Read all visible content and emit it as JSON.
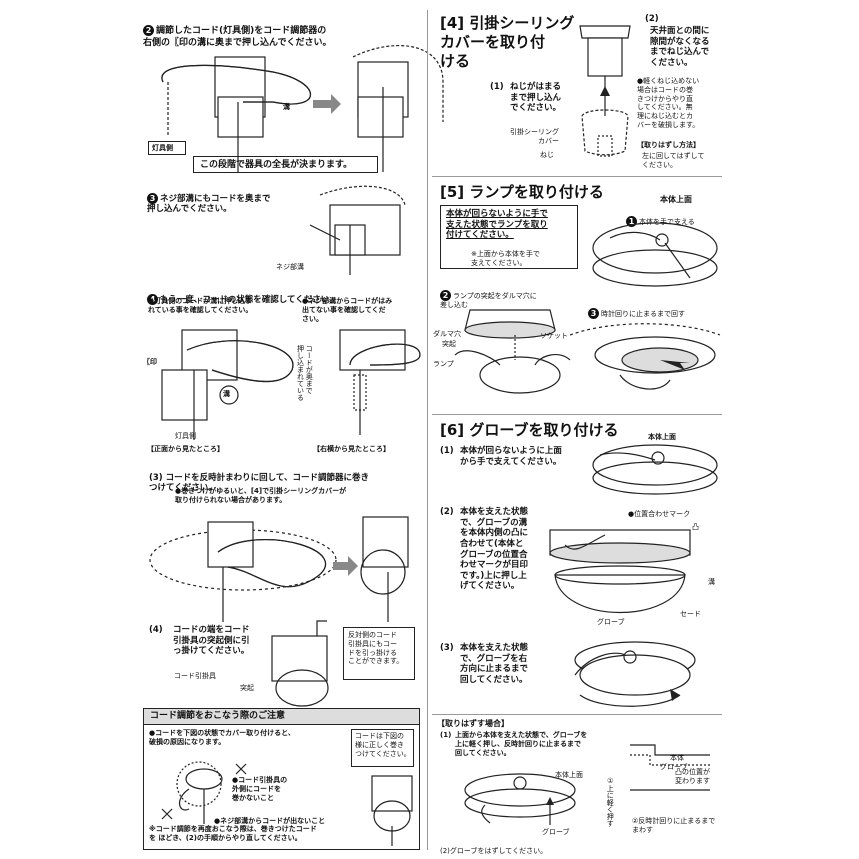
{
  "left": {
    "step2": {
      "num": "2",
      "text": "調節したコード(灯具側)をコード調節器の\n右側の〖印の溝に奥まで押し込んでください。",
      "groove": "溝",
      "lamp_side": "灯具側",
      "note": "この段階で器具の全長が決まります。"
    },
    "step3": {
      "num": "3",
      "text": "ネジ部溝にもコードを奥まで\n押し込んでください。",
      "screw_groove": "ネジ部溝"
    },
    "step4": {
      "num": "4",
      "text": "もう一度、コードの状態を確認してください。",
      "bullet1": "●灯具側のコードが溝に押し込ま\n れている事を確認してください。",
      "bullet2": "●ネジ部溝からコードがはみ\n 出てない事を確認してくだ\n さい。",
      "mark": "〖印",
      "groove": "溝",
      "pushed_note": "コードが奥まで\n押し込まれている",
      "lamp_side": "灯具側",
      "front_caption": "【正面から見たところ】",
      "side_caption": "【右横から見たところ】"
    },
    "sub3": {
      "label": "(3)",
      "text": "コードを反時計まわりに回して、コード調節器に巻き\nつけてください。",
      "note": "●巻きつけがゆるいと、[4]で引掛シーリングカバーが\n 取り付けられない場合があります。"
    },
    "sub4": {
      "label": "(4)",
      "text": "コードの端をコード\n引掛具の突起側に引\nっ掛けてください。",
      "callout": "反対側のコード\n引掛具にもコー\nドを引っ掛ける\nことができます。",
      "hook": "コード引掛具",
      "protrusion": "突起"
    },
    "caution": {
      "title": "コード調節をおこなう際のご注意",
      "text": "●コードを下図の状態でカバー取り付けると、\n 破損の原因になります。",
      "right_note": "コードは下図の\n様に正しく巻き\nつけてください。",
      "bad1": "●コード引掛具の\n 外側にコードを\n 巻かないこと",
      "bad2": "●ネジ部溝からコードが出ないこと",
      "footer": "※コード調節を再度おこなう際は、巻きつけたコード\n を ほどき、(2)の手順からやり直してください。"
    }
  },
  "right": {
    "sec4": {
      "title": "[4] 引掛シーリング\nカバーを取り付\nける",
      "step1_label": "(1)",
      "step1": "ねじがはまる\nまで押し込ん\nでください。",
      "step2_label": "(2)",
      "step2": "天井面との間に\n隙間がなくなる\nまでねじ込んで\nください。",
      "warning": "●軽くねじ込めない\n 場合はコードの巻\n きつけからやり直\n してください。無\n 理にねじ込むとカ\n バーを破損します。",
      "removal_title": "【取りはずし方法】",
      "removal": "左に回してはずして\nください。",
      "cover_label": "引掛シーリング\nカバー",
      "screw_label": "ねじ"
    },
    "sec5": {
      "title": "[5] ランプを取り付ける",
      "box": "本体が回らないように手で\n支えた状態でランプを取り\n付けてください。",
      "box_note": "※上面から本体を手で\n 支えてください。",
      "top_label": "本体上面",
      "step1": "本体を手で支える",
      "step2": "ランプの突起をダルマ穴に\n差し込む",
      "keyhole": "ダルマ穴",
      "protrusion": "突起",
      "socket": "ソケット",
      "lamp": "ランプ",
      "step3": "時計回りに止まるまで回す"
    },
    "sec6": {
      "title": "[6] グローブを取り付ける",
      "top_label": "本体上面",
      "s1_label": "(1)",
      "s1": "本体が回らないように上面\nから手で支えてください。",
      "s2_label": "(2)",
      "s2": "本体を支えた状態\nで、グローブの溝\nを本体内側の凸に\n合わせて(本体と\nグローブの位置合\nわせマークが目印\nです。)上に押し上\nげてください。",
      "mark": "●位置合わせマーク",
      "convex": "凸",
      "groove": "溝",
      "globe": "グローブ",
      "cord": "セード",
      "s3_label": "(3)",
      "s3": "本体を支えた状態\nで、グローブを右\n方向に止まるまで\n回してください。"
    },
    "removal": {
      "title": "【取りはずす場合】",
      "s1_label": "(1)",
      "s1": "上面から本体を支えた状態で、グローブを\n上に軽く押し、反時計回りに止まるまで\n回してください。",
      "top_label": "本体上面",
      "globe": "グローブ",
      "body": "本体",
      "globe2": "グローブ",
      "convex_moves": "凸の位置が\n変わります",
      "push_up": "①上に軽く押す",
      "turn": "②反時計回りに止まるまで\n まわす",
      "s2_label": "(2)",
      "s2": "グローブをはずしてください。"
    }
  }
}
